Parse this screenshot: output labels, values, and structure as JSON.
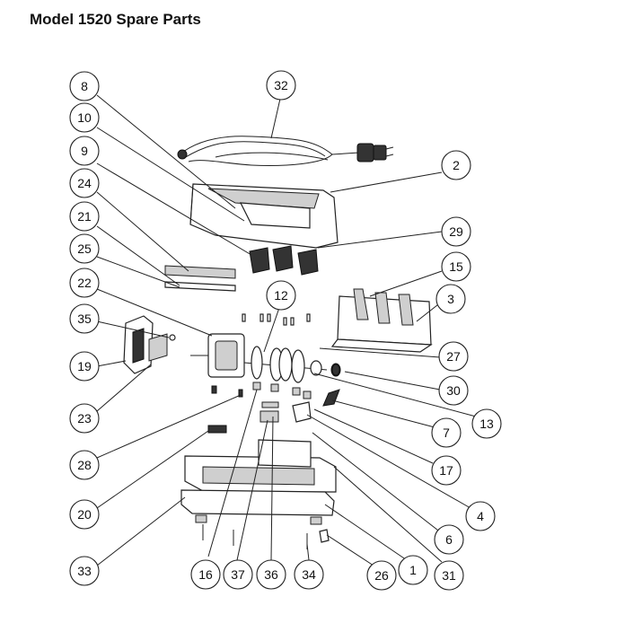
{
  "title": "Model 1520 Spare Parts",
  "callouts": [
    {
      "label": "8"
    },
    {
      "label": "32"
    },
    {
      "label": "10"
    },
    {
      "label": "9"
    },
    {
      "label": "2"
    },
    {
      "label": "24"
    },
    {
      "label": "21"
    },
    {
      "label": "29"
    },
    {
      "label": "25"
    },
    {
      "label": "15"
    },
    {
      "label": "22"
    },
    {
      "label": "12"
    },
    {
      "label": "3"
    },
    {
      "label": "35"
    },
    {
      "label": "27"
    },
    {
      "label": "19"
    },
    {
      "label": "30"
    },
    {
      "label": "23"
    },
    {
      "label": "13"
    },
    {
      "label": "7"
    },
    {
      "label": "28"
    },
    {
      "label": "17"
    },
    {
      "label": "20"
    },
    {
      "label": "4"
    },
    {
      "label": "6"
    },
    {
      "label": "33"
    },
    {
      "label": "16"
    },
    {
      "label": "37"
    },
    {
      "label": "36"
    },
    {
      "label": "34"
    },
    {
      "label": "26"
    },
    {
      "label": "1"
    },
    {
      "label": "31"
    }
  ]
}
